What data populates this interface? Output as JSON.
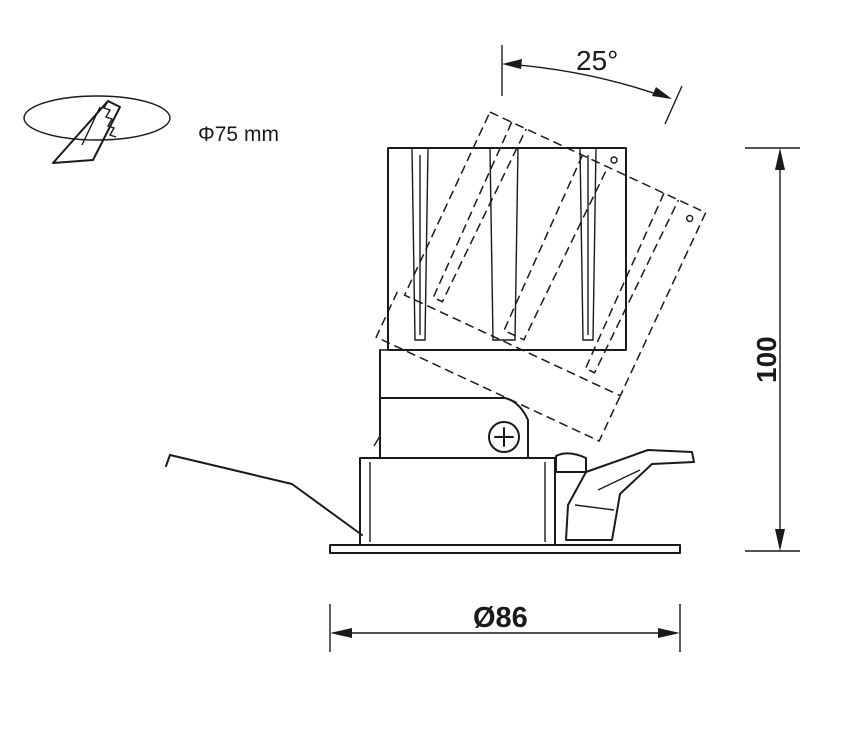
{
  "labels": {
    "cutout": "Φ75 mm",
    "tilt_angle": "25°",
    "height": "100",
    "diameter": "Ø86"
  },
  "colors": {
    "line": "#1a1a1a",
    "background": "#ffffff"
  }
}
